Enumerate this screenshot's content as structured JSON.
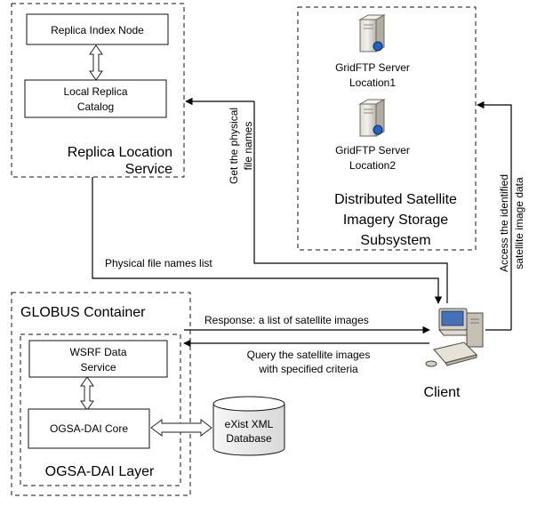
{
  "replica_location_service": {
    "box1": "Replica Index Node",
    "box2_line1": "Local Replica",
    "box2_line2": "Catalog",
    "title_line1": "Replica Location",
    "title_line2": "Service"
  },
  "storage_subsystem": {
    "server1_line1": "GridFTP Server",
    "server1_line2": "Location1",
    "server2_line1": "GridFTP Server",
    "server2_line2": "Location2",
    "title_line1": "Distributed Satellite",
    "title_line2": "Imagery Storage",
    "title_line3": "Subsystem"
  },
  "globus_container": {
    "title": "GLOBUS Container",
    "wsrf_line1": "WSRF Data",
    "wsrf_line2": "Service",
    "ogsa_core": "OGSA-DAI Core",
    "ogsa_layer": "OGSA-DAI Layer"
  },
  "database": {
    "line1": "eXist XML",
    "line2": "Database"
  },
  "client": {
    "label": "Client"
  },
  "arrows": {
    "get_names_line1": "Get the physical",
    "get_names_line2": "file names",
    "physical_list": "Physical file names list",
    "access_line1": "Access the identified",
    "access_line2": "satellite image data",
    "response": "Response: a list of satellite images",
    "query_line1": "Query the satellite images",
    "query_line2": "with specified criteria"
  }
}
